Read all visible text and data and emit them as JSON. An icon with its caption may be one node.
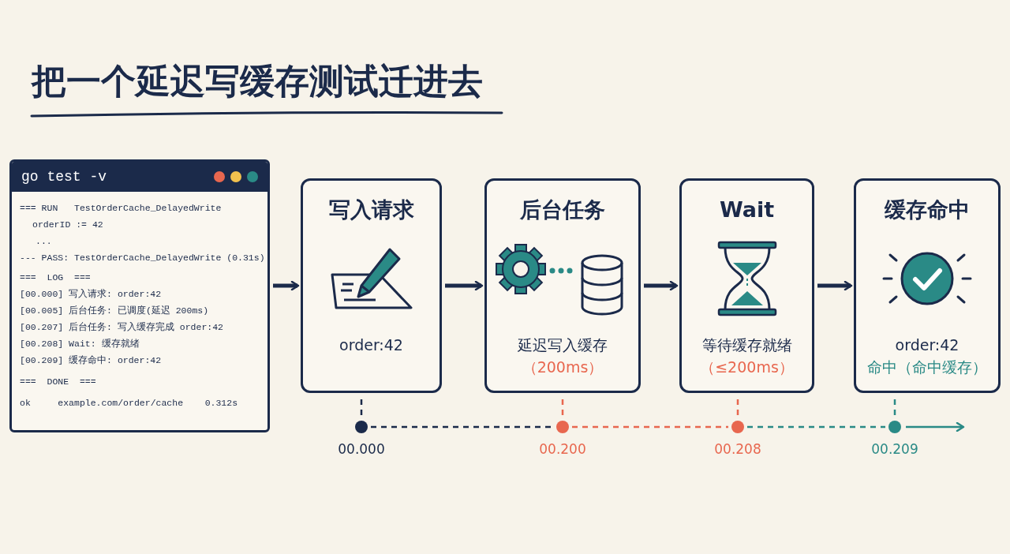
{
  "diagram": {
    "title": "把一个延迟写缓存测试迁进去",
    "nodes": [
      {
        "text": [
          "go test -v",
          "=== RUN   TestOrderCache_DelayedWrite",
          "orderID := 42",
          "...",
          "--- PASS: TestOrderCache_DelayedWrite (0.31s)",
          "===  LOG  ===",
          "[00.000] 写入请求: order:42",
          "[00.005] 后台任务: 已调度(延迟 200ms)",
          "[00.207] 后台任务: 写入缓存完成 order:42",
          "[00.208] Wait: 缓存就绪",
          "[00.209] 缓存命中: order:42",
          "===  DONE  ===",
          "ok     example.com/order/cache    0.312s"
        ]
      },
      {
        "text": [
          "写入请求",
          "order:42"
        ]
      },
      {
        "text": [
          "后台任务",
          "延迟写入缓存",
          "（200ms）"
        ]
      },
      {
        "text": [
          "Wait",
          "等待缓存就绪",
          "（≤200ms）"
        ]
      },
      {
        "text": [
          "缓存命中",
          "order:42",
          "命中（命中缓存）"
        ]
      },
      {
        "text": [],
        "shape": "circle",
        "beside": [
          "00.000"
        ]
      },
      {
        "text": [],
        "shape": "circle",
        "beside": [
          "00.200"
        ]
      },
      {
        "text": [],
        "shape": "circle",
        "beside": [
          "00.208"
        ]
      },
      {
        "text": [],
        "shape": "circle",
        "beside": [
          "00.209"
        ]
      }
    ],
    "edges": [
      {
        "from": 0,
        "to": 1,
        "arrow": "to",
        "style": "thick"
      },
      {
        "from": 1,
        "to": 2,
        "arrow": "to",
        "style": "thick"
      },
      {
        "from": 2,
        "to": 3,
        "arrow": "to",
        "style": "thick"
      },
      {
        "from": 3,
        "to": 4,
        "arrow": "to",
        "style": "thick"
      },
      {
        "from": 1,
        "to": 5,
        "arrow": "none",
        "style": "dashed"
      },
      {
        "from": 2,
        "to": 6,
        "arrow": "none",
        "style": "dashed",
        "color": "#e8674f"
      },
      {
        "from": 3,
        "to": 7,
        "arrow": "none",
        "style": "dashed",
        "color": "#e8674f"
      },
      {
        "from": 4,
        "to": 8,
        "arrow": "none",
        "style": "dashed",
        "color": "#2a8a86"
      },
      {
        "from": 5,
        "to": 6,
        "arrow": "none",
        "style": "dashed"
      },
      {
        "from": 6,
        "to": 7,
        "arrow": "none",
        "style": "dashed",
        "color": "#e8674f"
      },
      {
        "from": 7,
        "to": 8,
        "arrow": "none",
        "style": "dashed",
        "color": "#2a8a86"
      },
      {
        "from": 8,
        "to": null,
        "arrow": "to",
        "color": "#2a8a86"
      }
    ]
  }
}
